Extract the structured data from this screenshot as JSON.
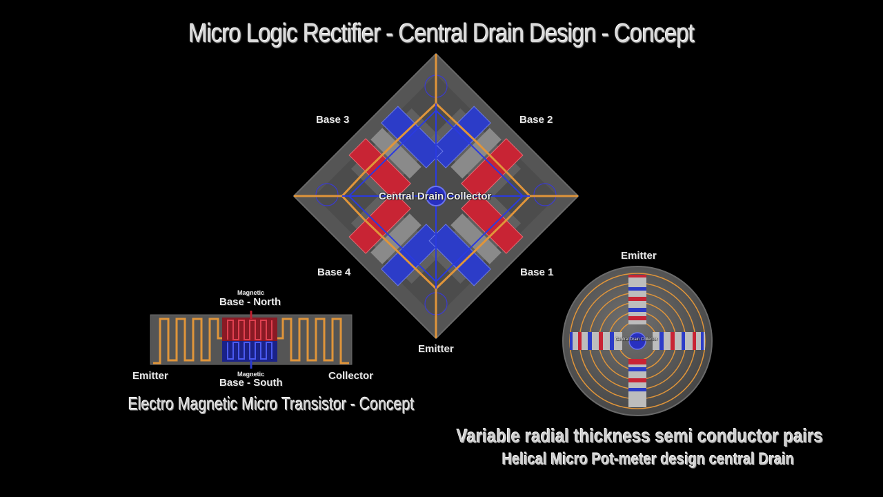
{
  "title": "Micro Logic Rectifier - Central Drain Design - Concept",
  "rectifier": {
    "base1": "Base 1",
    "base2": "Base 2",
    "base3": "Base 3",
    "base4": "Base 4",
    "center": "Central Drain Collector",
    "emitter": "Emitter"
  },
  "transistor": {
    "north_small": "Magnetic",
    "north": "Base - North",
    "south_small": "Magnetic",
    "south": "Base - South",
    "emitter": "Emitter",
    "collector": "Collector",
    "caption": "Electro Magnetic Micro Transistor - Concept"
  },
  "potmeter": {
    "emitter": "Emitter",
    "center": "Central Drain Collector",
    "caption1": "Variable radial thickness semi conductor pairs",
    "caption2": "Helical Micro Pot-meter design central Drain"
  },
  "colors": {
    "background": "#000000",
    "substrate": "#5a5a5a",
    "copper": "#e0953a",
    "p_type": "#d02030",
    "n_type": "#2838c8"
  }
}
